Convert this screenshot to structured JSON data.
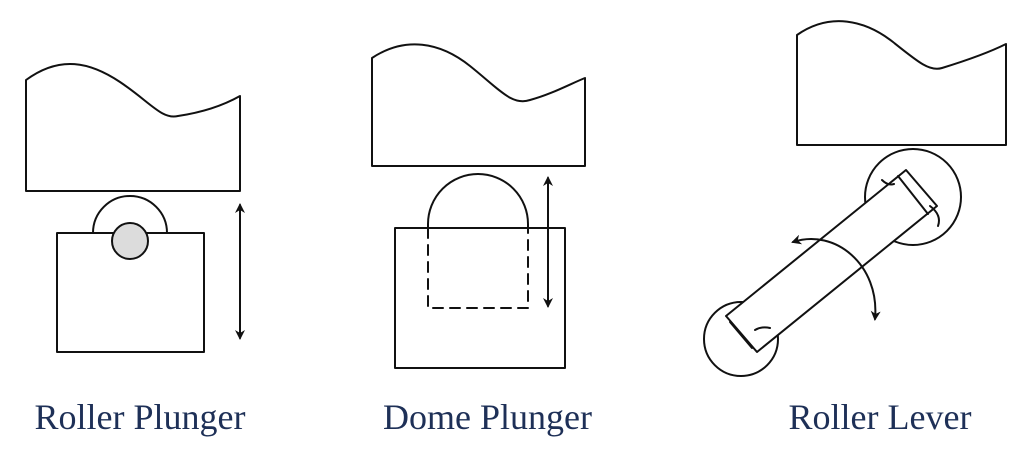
{
  "colors": {
    "line": "#111111",
    "caption_text": "#1e3057",
    "roller_fill": "#dcdcdc",
    "background": "#ffffff"
  },
  "diagram": {
    "panels": [
      {
        "id": "roller-plunger",
        "caption": "Roller Plunger"
      },
      {
        "id": "dome-plunger",
        "caption": "Dome Plunger"
      },
      {
        "id": "roller-lever",
        "caption": "Roller Lever"
      }
    ]
  }
}
